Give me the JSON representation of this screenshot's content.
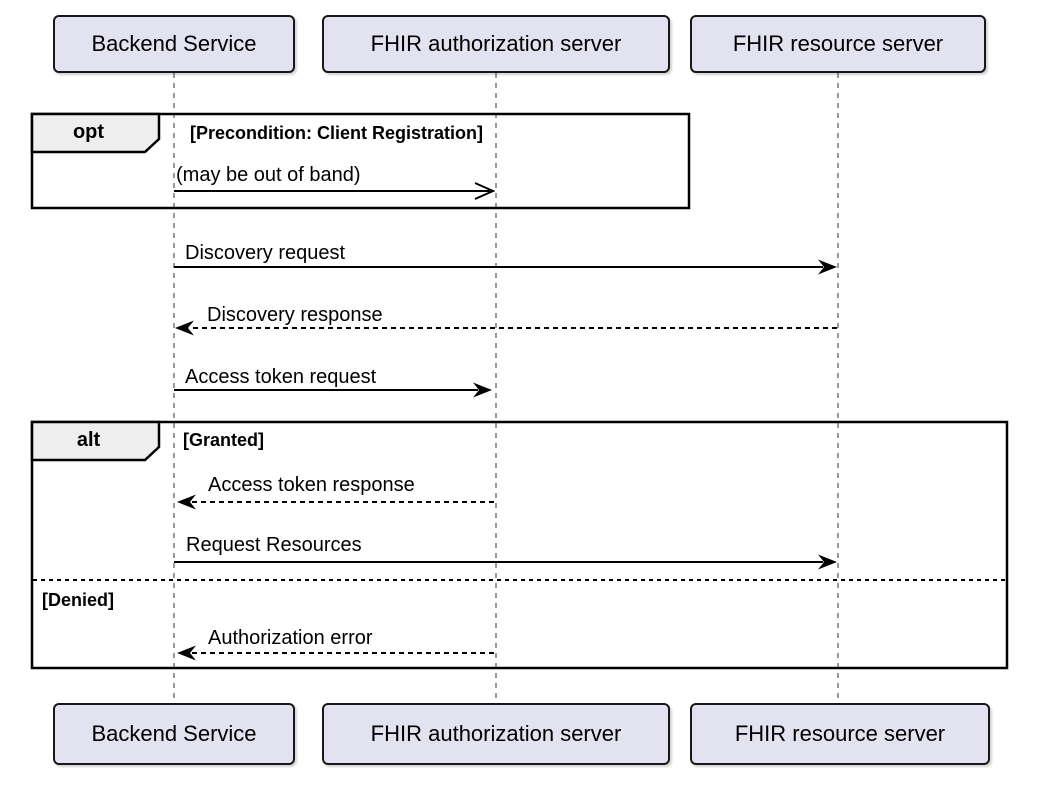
{
  "diagram": {
    "type": "uml-sequence",
    "participants": [
      {
        "name": "Backend Service"
      },
      {
        "name": "FHIR authorization server"
      },
      {
        "name": "FHIR resource server"
      }
    ],
    "fragments": [
      {
        "operator": "opt",
        "guard": "[Precondition: Client Registration]"
      },
      {
        "operator": "alt",
        "guards": [
          "[Granted]",
          "[Denied]"
        ]
      }
    ],
    "messages": [
      {
        "from": "Backend Service",
        "to": "FHIR authorization server",
        "label": "(may be out of band)",
        "line": "solid",
        "arrowhead": "open"
      },
      {
        "from": "Backend Service",
        "to": "FHIR resource server",
        "label": "Discovery request",
        "line": "solid",
        "arrowhead": "filled"
      },
      {
        "from": "FHIR resource server",
        "to": "Backend Service",
        "label": "Discovery response",
        "line": "dashed",
        "arrowhead": "filled"
      },
      {
        "from": "Backend Service",
        "to": "FHIR authorization server",
        "label": "Access token request",
        "line": "solid",
        "arrowhead": "filled"
      },
      {
        "from": "FHIR authorization server",
        "to": "Backend Service",
        "label": "Access token response",
        "line": "dashed",
        "arrowhead": "filled"
      },
      {
        "from": "Backend Service",
        "to": "FHIR resource server",
        "label": "Request Resources",
        "line": "solid",
        "arrowhead": "filled"
      },
      {
        "from": "FHIR authorization server",
        "to": "Backend Service",
        "label": "Authorization error",
        "line": "dashed",
        "arrowhead": "filled"
      }
    ],
    "colors": {
      "participant_fill": "#E2E2F0",
      "participant_border": "#181818",
      "fragment_tab_fill": "#EEEEEE",
      "frame_border": "#000000",
      "lifeline": "#999999",
      "text": "#000000",
      "background": "#FFFFFF"
    }
  }
}
